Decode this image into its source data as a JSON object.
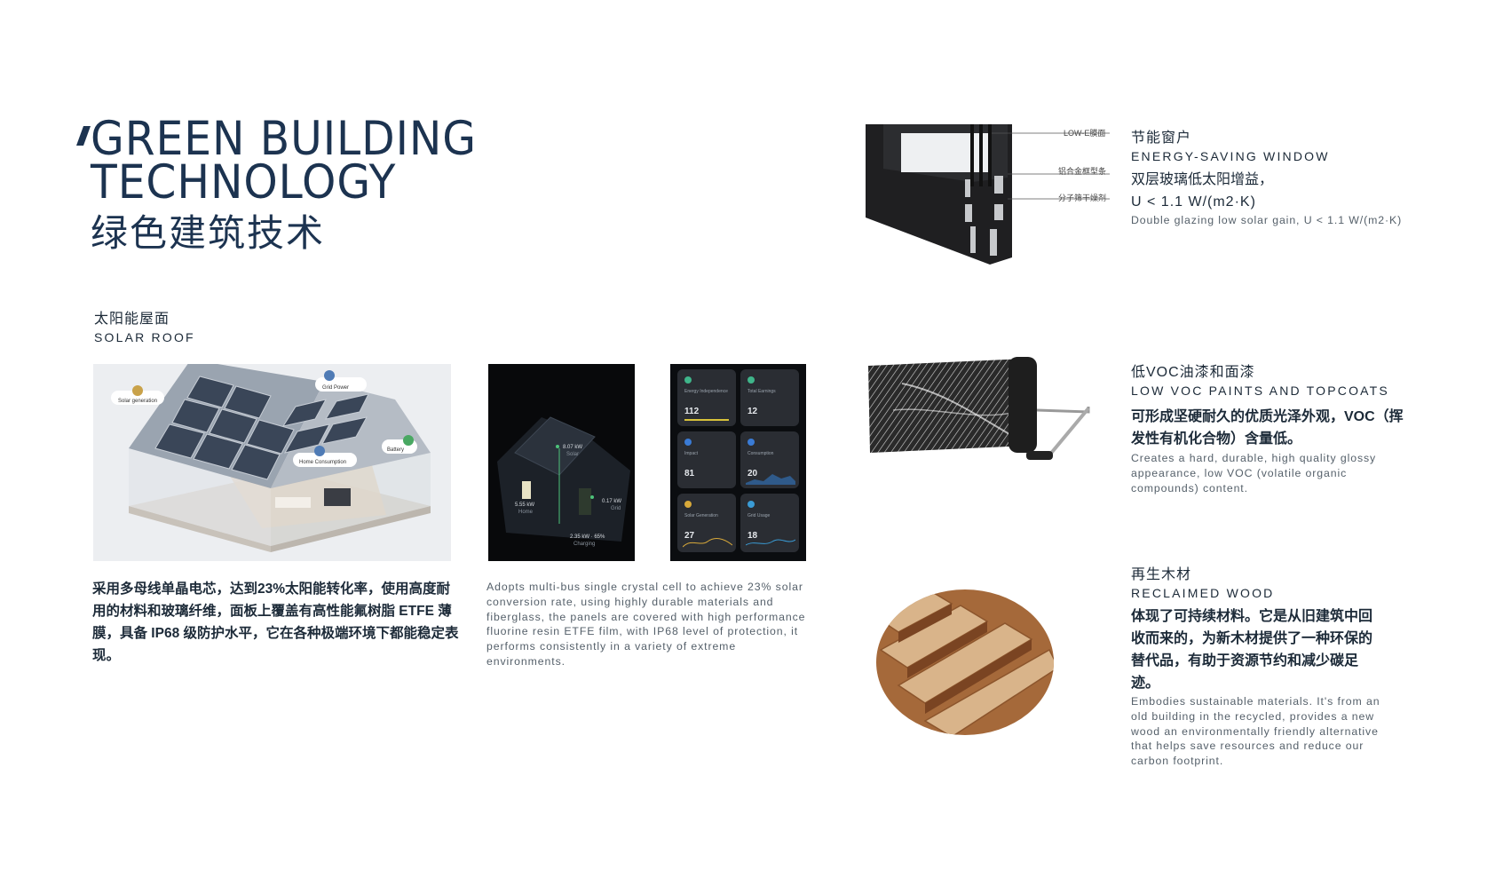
{
  "title": {
    "en": "GREEN BUILDING\nTECHNOLOGY",
    "cn": "绿色建筑技术"
  },
  "solar": {
    "heading_cn": "太阳能屋面",
    "heading_en": "SOLAR ROOF",
    "body_cn": "采用多母线单晶电芯，达到23%太阳能转化率，使用高度耐用的材料和玻璃纤维，面板上覆盖有高性能氟树脂 ETFE 薄膜，具备 IP68 级防护水平，它在各种极端环境下都能稳定表现。",
    "body_en": "Adopts multi-bus single crystal cell to achieve 23% solar conversion rate, using highly durable materials and fiberglass, the panels are covered with high performance fluorine resin ETFE film, with IP68 level of protection, it performs consistently in a variety of extreme environments.",
    "house_labels": {
      "solar_generation": "Solar generation",
      "grid_power": "Grid Power",
      "home_consumption": "Home Consumption",
      "battery": "Battery"
    },
    "phone_labels": {
      "solar": "8.07 kW",
      "solar_sub": "Solar",
      "home": "5.55 kW",
      "home_sub": "Home",
      "grid": "0.17 kW",
      "grid_sub": "Grid",
      "battery": "2.35 kW · 65%",
      "battery_sub": "Charging"
    },
    "tiles": [
      {
        "label": "Energy Independence",
        "value": "112",
        "color": "#3fb58a"
      },
      {
        "label": "Total Earnings",
        "value": "12",
        "color": "#3fb58a"
      },
      {
        "label": "Impact",
        "value": "81",
        "color": "#3a7bd5"
      },
      {
        "label": "Consumption",
        "value": "20",
        "color": "#3a7bd5"
      },
      {
        "label": "Solar Generation",
        "value": "27",
        "color": "#d8a93a"
      },
      {
        "label": "Grid Usage",
        "value": "18",
        "color": "#3a9bd5"
      }
    ]
  },
  "window": {
    "heading_cn": "节能窗户",
    "heading_en": "ENERGY-SAVING WINDOW",
    "body_cn_line1": "双层玻璃低太阳增益，",
    "body_cn_line2": "U < 1.1 W/(m2·K)",
    "body_en": "Double glazing low solar gain, U < 1.1 W/(m2·K)",
    "diagram_labels": [
      "LOW-E膜面",
      "铝合金框型条",
      "分子筛干燥剂"
    ]
  },
  "paint": {
    "heading_cn": "低VOC油漆和面漆",
    "heading_en": "LOW VOC PAINTS AND TOPCOATS",
    "body_cn": "可形成坚硬耐久的优质光泽外观，VOC（挥发性有机化合物）含量低。",
    "body_en": "Creates a hard, durable, high quality glossy appearance, low VOC (volatile organic compounds) content."
  },
  "wood": {
    "heading_cn": "再生木材",
    "heading_en": "RECLAIMED WOOD",
    "body_cn": "体现了可持续材料。它是从旧建筑中回收而来的，为新木材提供了一种环保的替代品，有助于资源节约和减少碳足迹。",
    "body_en": "Embodies sustainable materials. It's from an old building in the recycled, provides a new wood an environmentally friendly alternative that helps save resources and reduce our carbon footprint."
  }
}
